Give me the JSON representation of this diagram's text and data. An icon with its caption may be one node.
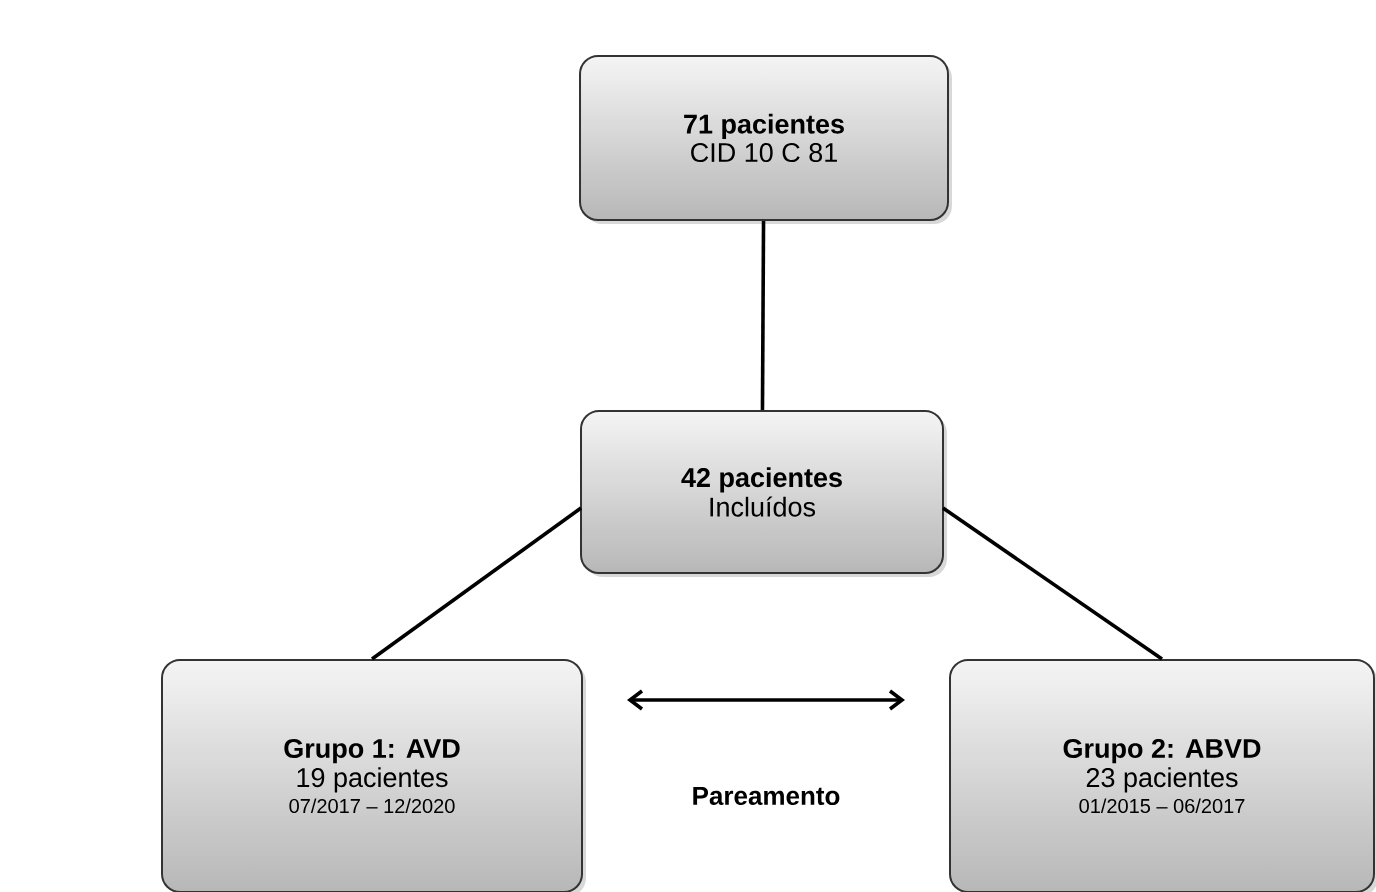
{
  "diagram": {
    "nodes": [
      {
        "text": [
          "71 pacientes",
          "CID 10 C 81"
        ]
      },
      {
        "text": [
          "42 pacientes",
          "Incluídos"
        ]
      },
      {
        "text": [
          "Grupo 1: AVD",
          "19 pacientes",
          "07/2017 – 12/2020"
        ]
      },
      {
        "text": [
          "Grupo 2: ABVD",
          "23 pacientes",
          "01/2015 – 06/2017"
        ]
      }
    ],
    "edges": [
      {
        "from": 0,
        "to": 1,
        "arrow": "none"
      },
      {
        "from": 1,
        "to": 2,
        "arrow": "none"
      },
      {
        "from": 1,
        "to": 3,
        "arrow": "none"
      },
      {
        "from": 2,
        "to": 3,
        "arrow": "both",
        "label": "Pareamento"
      }
    ]
  }
}
